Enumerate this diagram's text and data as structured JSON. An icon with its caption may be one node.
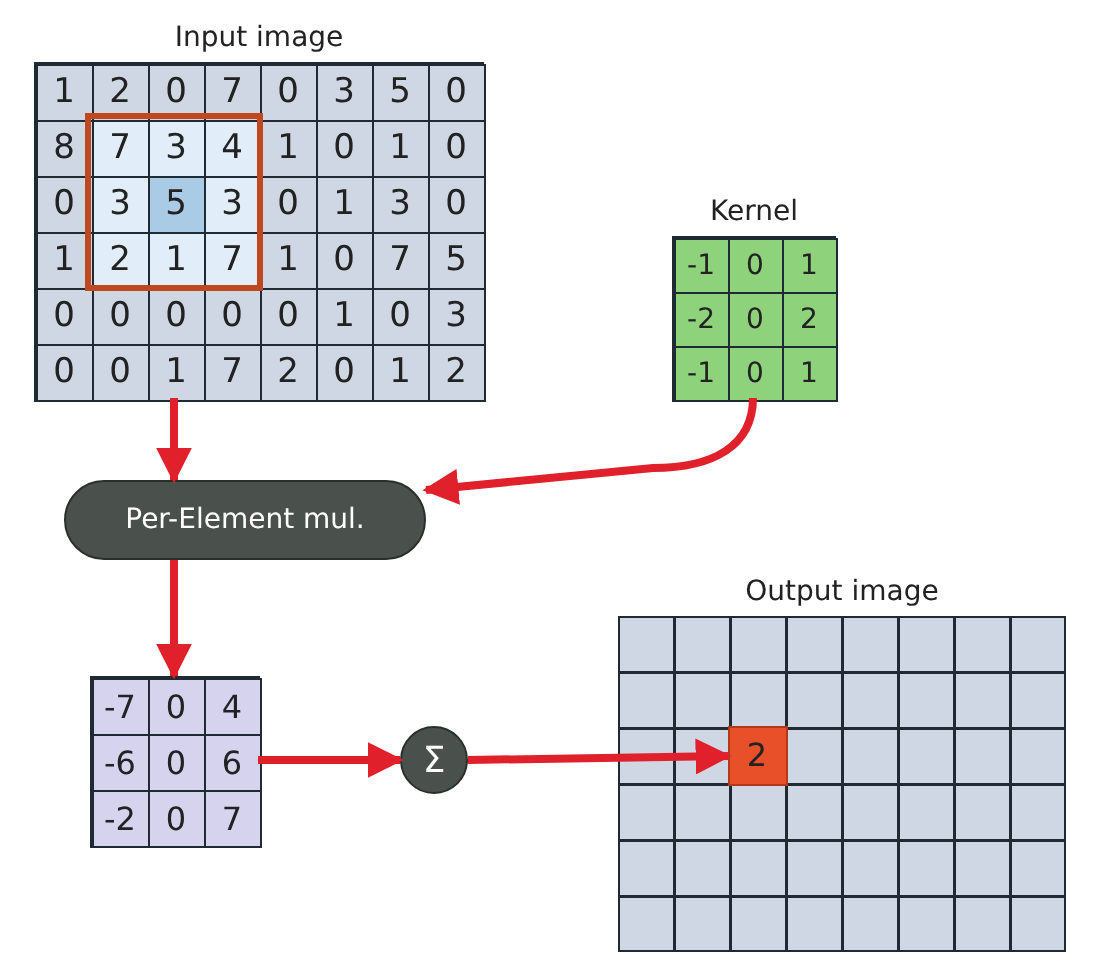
{
  "diagram": {
    "nodes": [
      {
        "text": [
          "Input image",
          "1",
          "2",
          "0",
          "7",
          "0",
          "3",
          "5",
          "0",
          "8",
          "7",
          "3",
          "4",
          "1",
          "0",
          "1",
          "0",
          "0",
          "3",
          "5",
          "3",
          "0",
          "1",
          "3",
          "0",
          "1",
          "2",
          "1",
          "7",
          "1",
          "0",
          "7",
          "5",
          "0",
          "0",
          "0",
          "0",
          "0",
          "1",
          "0",
          "3",
          "0",
          "0",
          "1",
          "7",
          "2",
          "0",
          "1",
          "2"
        ]
      },
      {
        "text": [
          "Kernel",
          "-1",
          "0",
          "1",
          "-2",
          "0",
          "2",
          "-1",
          "0",
          "1"
        ]
      },
      {
        "text": [
          "Per-Element mul."
        ]
      },
      {
        "text": [
          "-7",
          "0",
          "4",
          "-6",
          "0",
          "6",
          "-2",
          "0",
          "7"
        ]
      },
      {
        "text": [
          "Σ"
        ]
      },
      {
        "text": [
          "Output image"
        ]
      },
      {
        "text": [
          "2"
        ],
        "in": 5
      }
    ],
    "edges": [
      {
        "from": 0,
        "to": 2,
        "arrow": "to"
      },
      {
        "from": 1,
        "to": 2,
        "arrow": "to"
      },
      {
        "from": 2,
        "to": 3,
        "arrow": "to"
      },
      {
        "from": 3,
        "to": 4,
        "arrow": "to"
      },
      {
        "from": 4,
        "to": 6,
        "arrow": "to"
      }
    ]
  }
}
